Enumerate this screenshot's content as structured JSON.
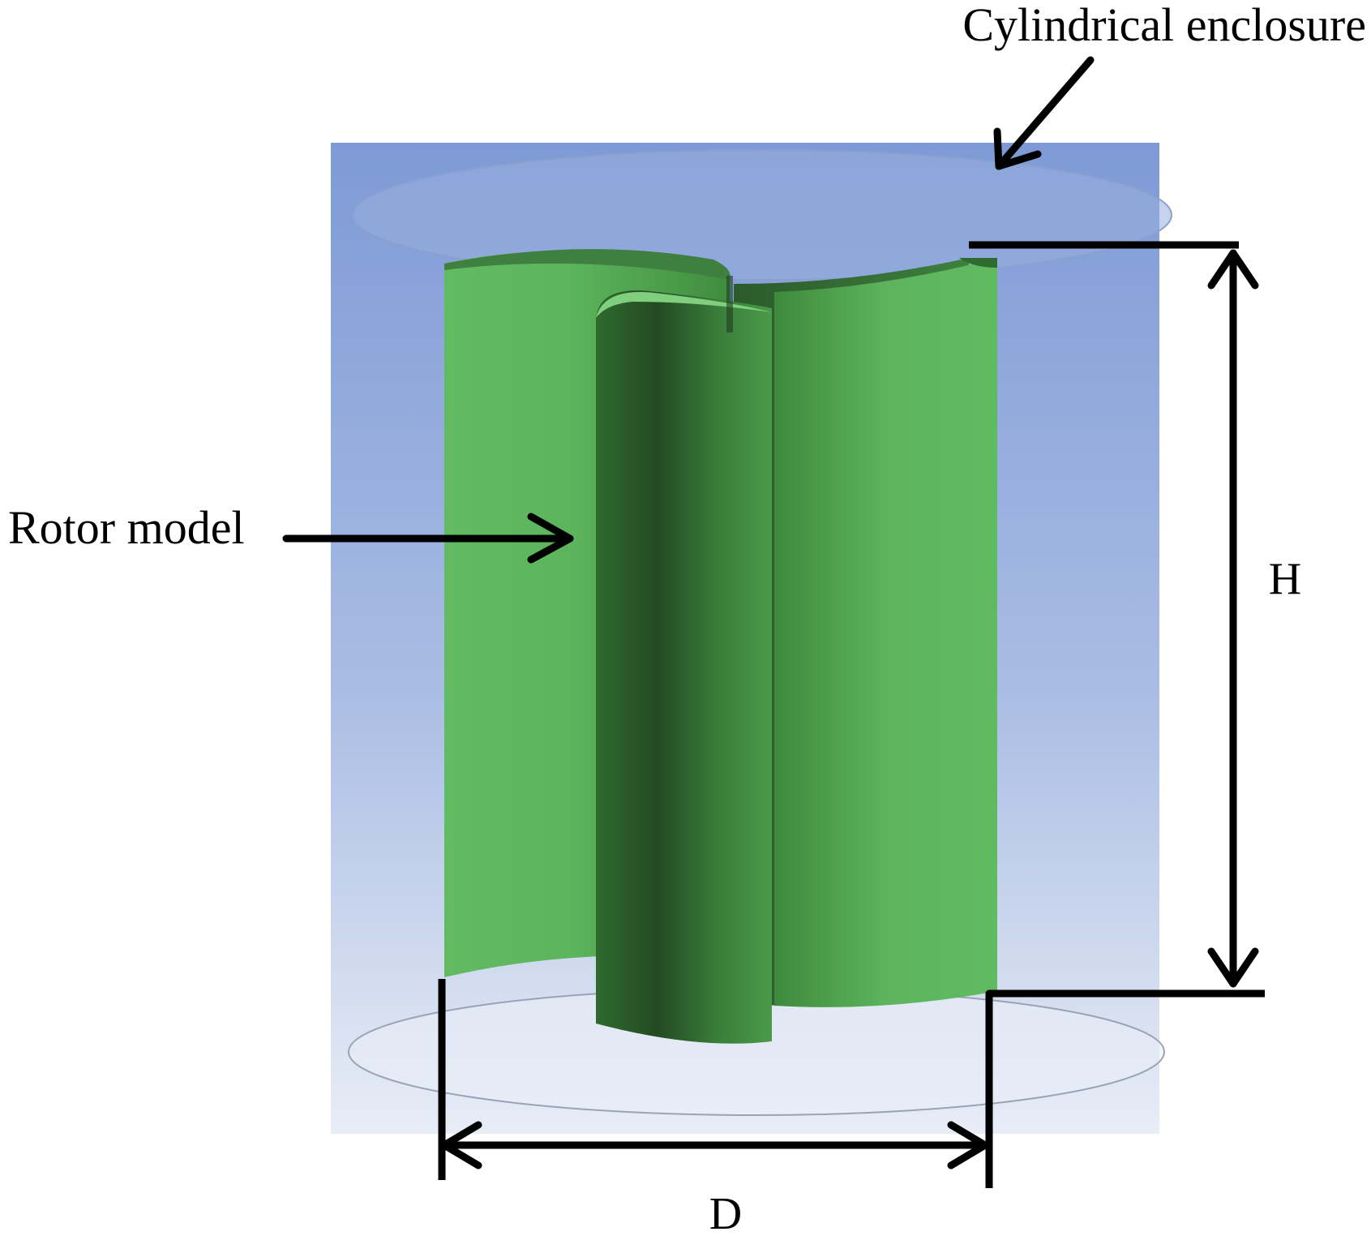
{
  "labels": {
    "enclosure": "Cylindrical enclosure",
    "rotor": "Rotor model",
    "height": "H",
    "diameter": "D"
  },
  "colors": {
    "background": "#ffffff",
    "domain_top": "#7f9bd6",
    "domain_bottom": "#e6ebf5",
    "blade_light": "#5cb85c",
    "blade_mid": "#4a9a4a",
    "blade_dark": "#275027",
    "annotation": "#000000"
  }
}
